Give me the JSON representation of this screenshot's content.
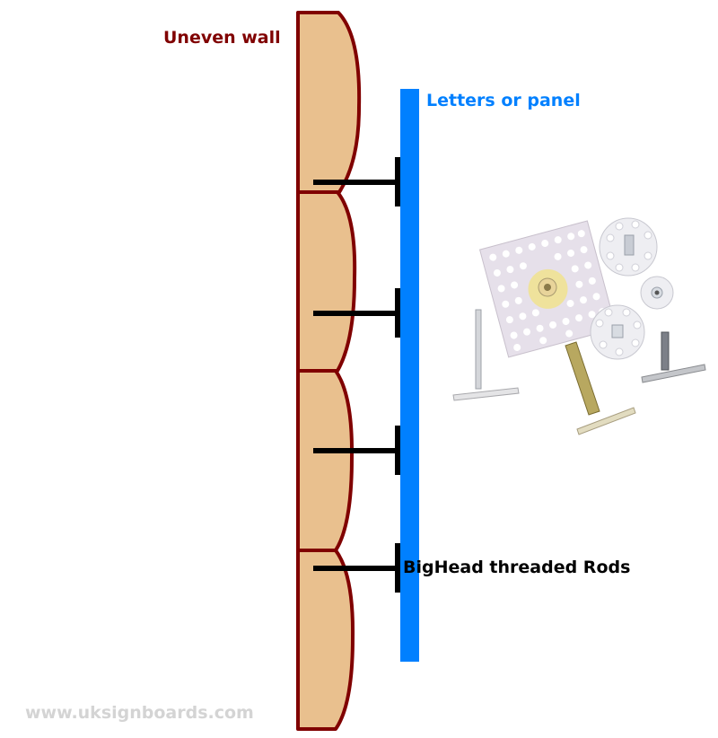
{
  "labels": {
    "wall": "Uneven wall",
    "panel": "Letters or panel",
    "rods": "BigHead threaded Rods"
  },
  "watermark": "www.uksignboards.com",
  "colors": {
    "wall_fill": "#e9c08e",
    "wall_stroke": "#800000",
    "panel": "#0080ff",
    "rod": "#000000",
    "wall_label": "#800000",
    "panel_label": "#0080ff"
  }
}
